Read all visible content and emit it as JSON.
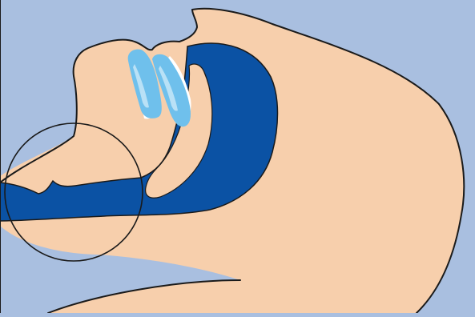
{
  "figure": {
    "background_color": "#a9bfe0",
    "skin_color": "#f7cfac",
    "airway_color": "#0b52a4",
    "appliance_light_color": "#6fc0ec",
    "appliance_pale_color": "#b9e1f6",
    "tooth_color": "#ffffff",
    "outline_color": "#1a1a1a",
    "icons": [
      "head-profile",
      "airway",
      "teeth",
      "oral-appliance",
      "magnifier-circle"
    ]
  }
}
